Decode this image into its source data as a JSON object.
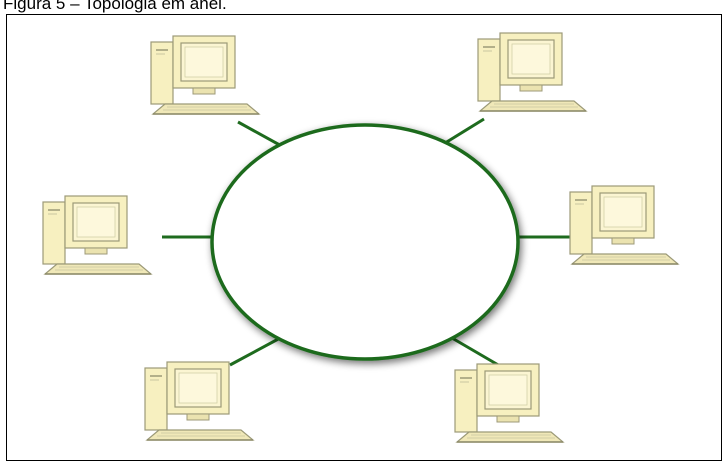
{
  "caption": "Figura 5 – Topologia em anel.",
  "colors": {
    "ring": "#1e6b1e",
    "link": "#1e6b1e",
    "computer_fill": "#f7f0c0",
    "computer_stroke": "#9c9a78",
    "screen_fill": "#fbf5d2",
    "frame": "#000000"
  },
  "diagram": {
    "topology": "ring",
    "node_icon": "desktop-computer-icon",
    "node_count": 6
  }
}
